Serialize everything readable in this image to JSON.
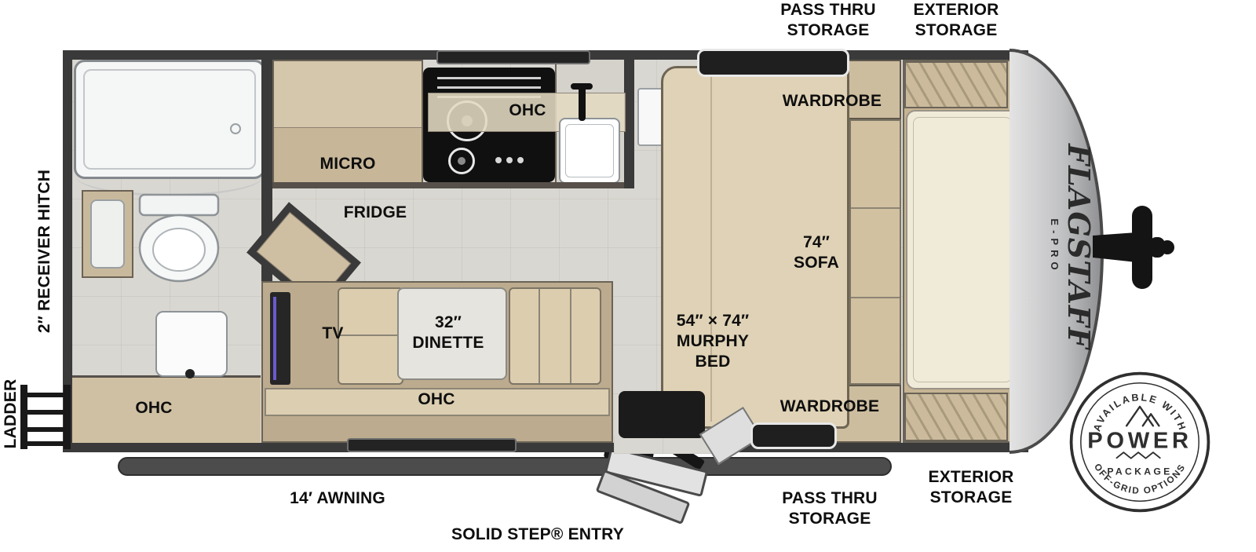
{
  "exterior": {
    "pass_thru_top": "PASS THRU\nSTORAGE",
    "exterior_storage_top": "EXTERIOR\nSTORAGE",
    "receiver_hitch": "2″ RECEIVER HITCH",
    "ladder": "LADDER",
    "awning": "14′ AWNING",
    "entry": "SOLID STEP® ENTRY",
    "pass_thru_bottom": "PASS THRU\nSTORAGE",
    "exterior_storage_bottom": "EXTERIOR\nSTORAGE"
  },
  "bathroom": {
    "ohc": "OHC"
  },
  "kitchen": {
    "ohc": "OHC",
    "micro": "MICRO",
    "fridge": "FRIDGE"
  },
  "dinette": {
    "tv": "TV",
    "table": "32″\nDINETTE",
    "ohc": "OHC"
  },
  "bedroom": {
    "wardrobe_top": "WARDROBE",
    "wardrobe_bottom": "WARDROBE",
    "sofa": "74″\nSOFA",
    "murphy_bed": "54″ × 74″\nMURPHY\nBED"
  },
  "brand": {
    "name": "FLAGSTAFF",
    "model": "E-PRO"
  },
  "badge": {
    "arc_top": "AVAILABLE WITH",
    "power": "POWER",
    "package": "PACKAGE",
    "arc_bottom": "OFF-GRID OPTIONS"
  },
  "colors": {
    "wall": "#3a3a3a",
    "floor": "#d9d7d1",
    "cabinet": "#d5c7ab",
    "cushion": "#d9c9ab",
    "label": "#0e0e0e"
  }
}
